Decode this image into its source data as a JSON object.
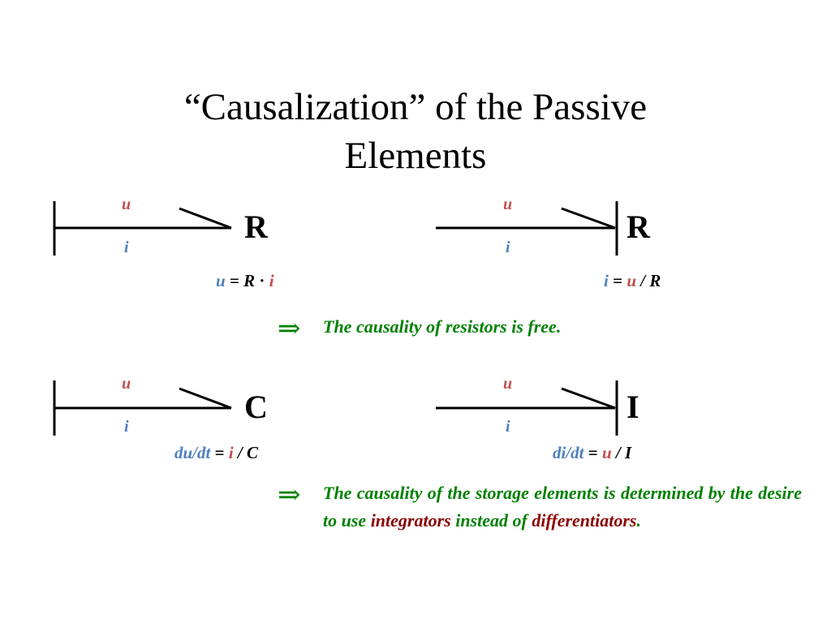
{
  "title_line1": "“Causalization” of the Passive",
  "title_line2": "Elements",
  "colors": {
    "u": "#c0504d",
    "i": "#4f81bd",
    "note": "#008000",
    "highlight": "#8b0000",
    "arrow": "#008000"
  },
  "bonds": {
    "r_left": {
      "effort": "u",
      "flow": "i",
      "element": "R",
      "stroke_at": "start"
    },
    "r_right": {
      "effort": "u",
      "flow": "i",
      "element": "R",
      "stroke_at": "end"
    },
    "c_left": {
      "effort": "u",
      "flow": "i",
      "element": "C",
      "stroke_at": "start"
    },
    "i_right": {
      "effort": "u",
      "flow": "i",
      "element": "I",
      "stroke_at": "end"
    }
  },
  "equations": {
    "r_left": {
      "lhs": "u",
      "eq": "=",
      "rhs_a": "R",
      "dot": "·",
      "rhs_b": "i"
    },
    "r_right": {
      "lhs": "i",
      "eq": "=",
      "rhs_a": "u",
      "div": "/",
      "rhs_b": "R"
    },
    "c_left": {
      "lhs": "du/dt",
      "eq": "=",
      "rhs_a": "i",
      "div": "/",
      "rhs_b": "C"
    },
    "i_right": {
      "lhs": "di/dt",
      "eq": "=",
      "rhs_a": "u",
      "div": "/",
      "rhs_b": "I"
    }
  },
  "notes": {
    "arrow_symbol": "⇒",
    "resistors": "The causality of resistors is free.",
    "storage_part1": "The causality of the storage elements is determined by the desire to use ",
    "storage_integrators": "integrators",
    "storage_part2": " instead of ",
    "storage_differentiators": "differentiators",
    "storage_end": "."
  }
}
